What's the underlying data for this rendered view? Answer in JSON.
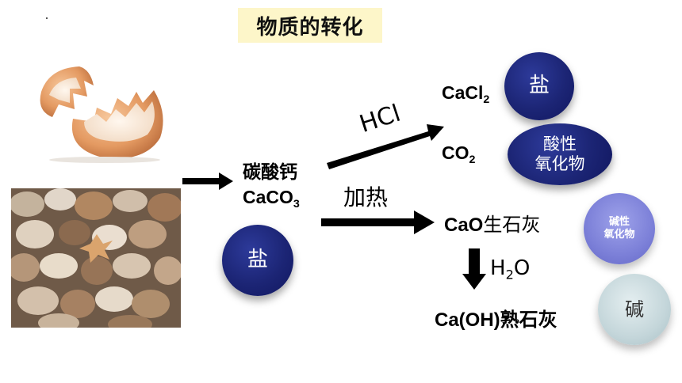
{
  "title": "物质的转化",
  "reactant": {
    "name": "碳酸钙",
    "formula_main": "CaCO",
    "formula_sub": "3"
  },
  "reactant_badge": "盐",
  "branch_hcl": {
    "reagent_label": "HCl",
    "product1_main": "CaCl",
    "product1_sub": "2",
    "product1_badge": "盐",
    "product2_main": "CO",
    "product2_sub": "2",
    "product2_badge_line1": "酸性",
    "product2_badge_line2": "氧化物"
  },
  "branch_heat": {
    "condition_label": "加热",
    "product_formula": "CaO",
    "product_name": "生石灰",
    "product_badge_line1": "碱性",
    "product_badge_line2": "氧化物"
  },
  "branch_water": {
    "reagent_main": "H",
    "reagent_sub": "2",
    "reagent_tail": "O",
    "product_formula": "Ca(OH)",
    "product_name": "熟石灰",
    "product_badge": "碱"
  },
  "images": {
    "eggshell": "broken-eggshell-photo",
    "seashells": "seashells-photo"
  },
  "colors": {
    "title_bg": "#fdf6c9",
    "navy_badge": "#1c2575",
    "purple_badge": "#7c80d8",
    "pale_badge": "#c4d6da",
    "arrow": "#000000"
  }
}
